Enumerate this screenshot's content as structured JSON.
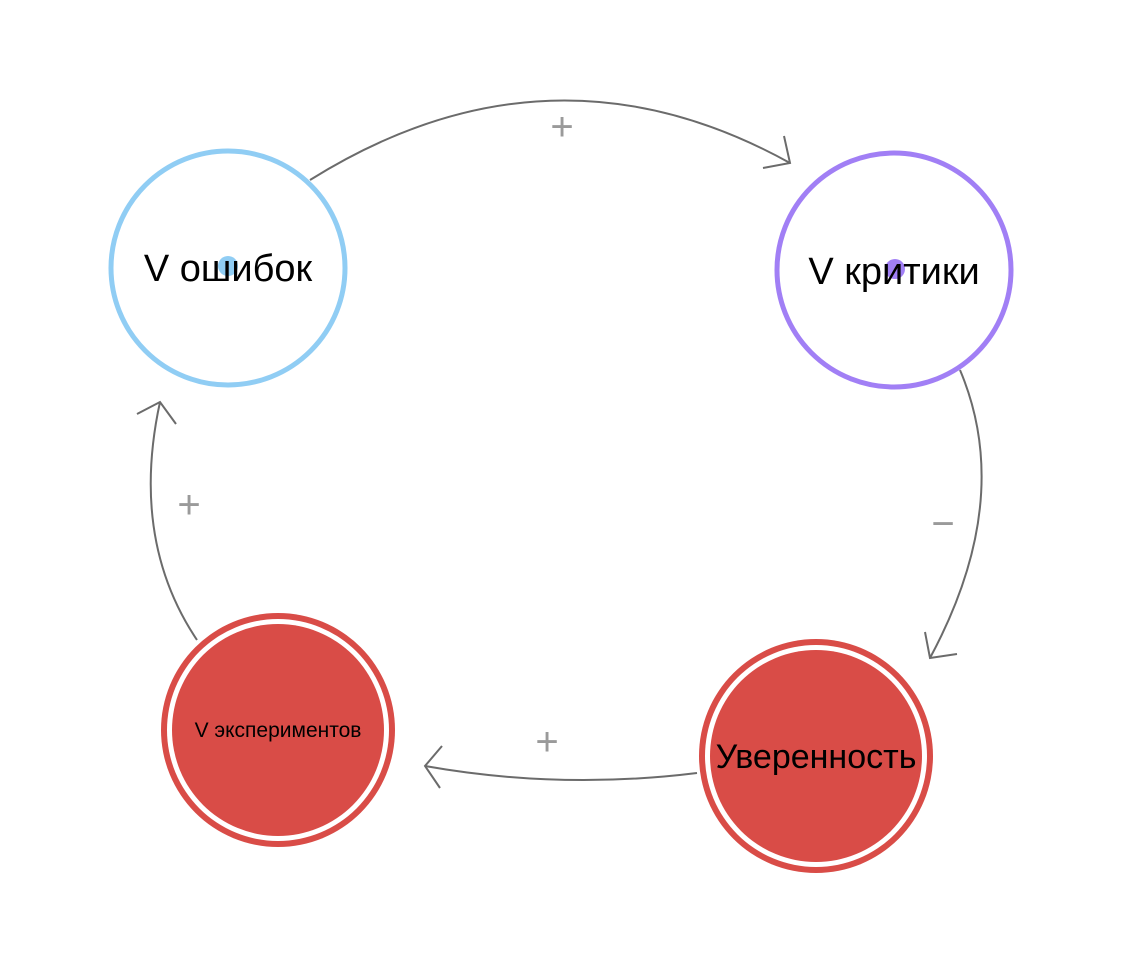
{
  "colors": {
    "edge": "#6b6b6b",
    "polarity": "#9a9a9a",
    "node_errors_stroke": "#90cdf4",
    "node_errors_dot": "#90cdf4",
    "node_criticism_stroke": "#a17ff5",
    "node_criticism_dot": "#a17ff5",
    "node_red_fill": "#d94c47",
    "node_red_stroke": "#d94c47",
    "node_red_gap": "#ffffff",
    "node_white_fill": "#ffffff"
  },
  "nodes": [
    {
      "id": "errors",
      "label": "V ошибок",
      "style": "outline"
    },
    {
      "id": "criticism",
      "label": "V критики",
      "style": "outline"
    },
    {
      "id": "confidence",
      "label": "Уверенность",
      "style": "filled"
    },
    {
      "id": "experiments",
      "label": "V экспериментов",
      "style": "filled"
    }
  ],
  "edges": [
    {
      "id": "errors-to-criticism",
      "from": "errors",
      "to": "criticism",
      "polarity": "+"
    },
    {
      "id": "criticism-to-confidence",
      "from": "criticism",
      "to": "confidence",
      "polarity": "−"
    },
    {
      "id": "confidence-to-experiments",
      "from": "confidence",
      "to": "experiments",
      "polarity": "+"
    },
    {
      "id": "experiments-to-errors",
      "from": "experiments",
      "to": "errors",
      "polarity": "+"
    }
  ]
}
